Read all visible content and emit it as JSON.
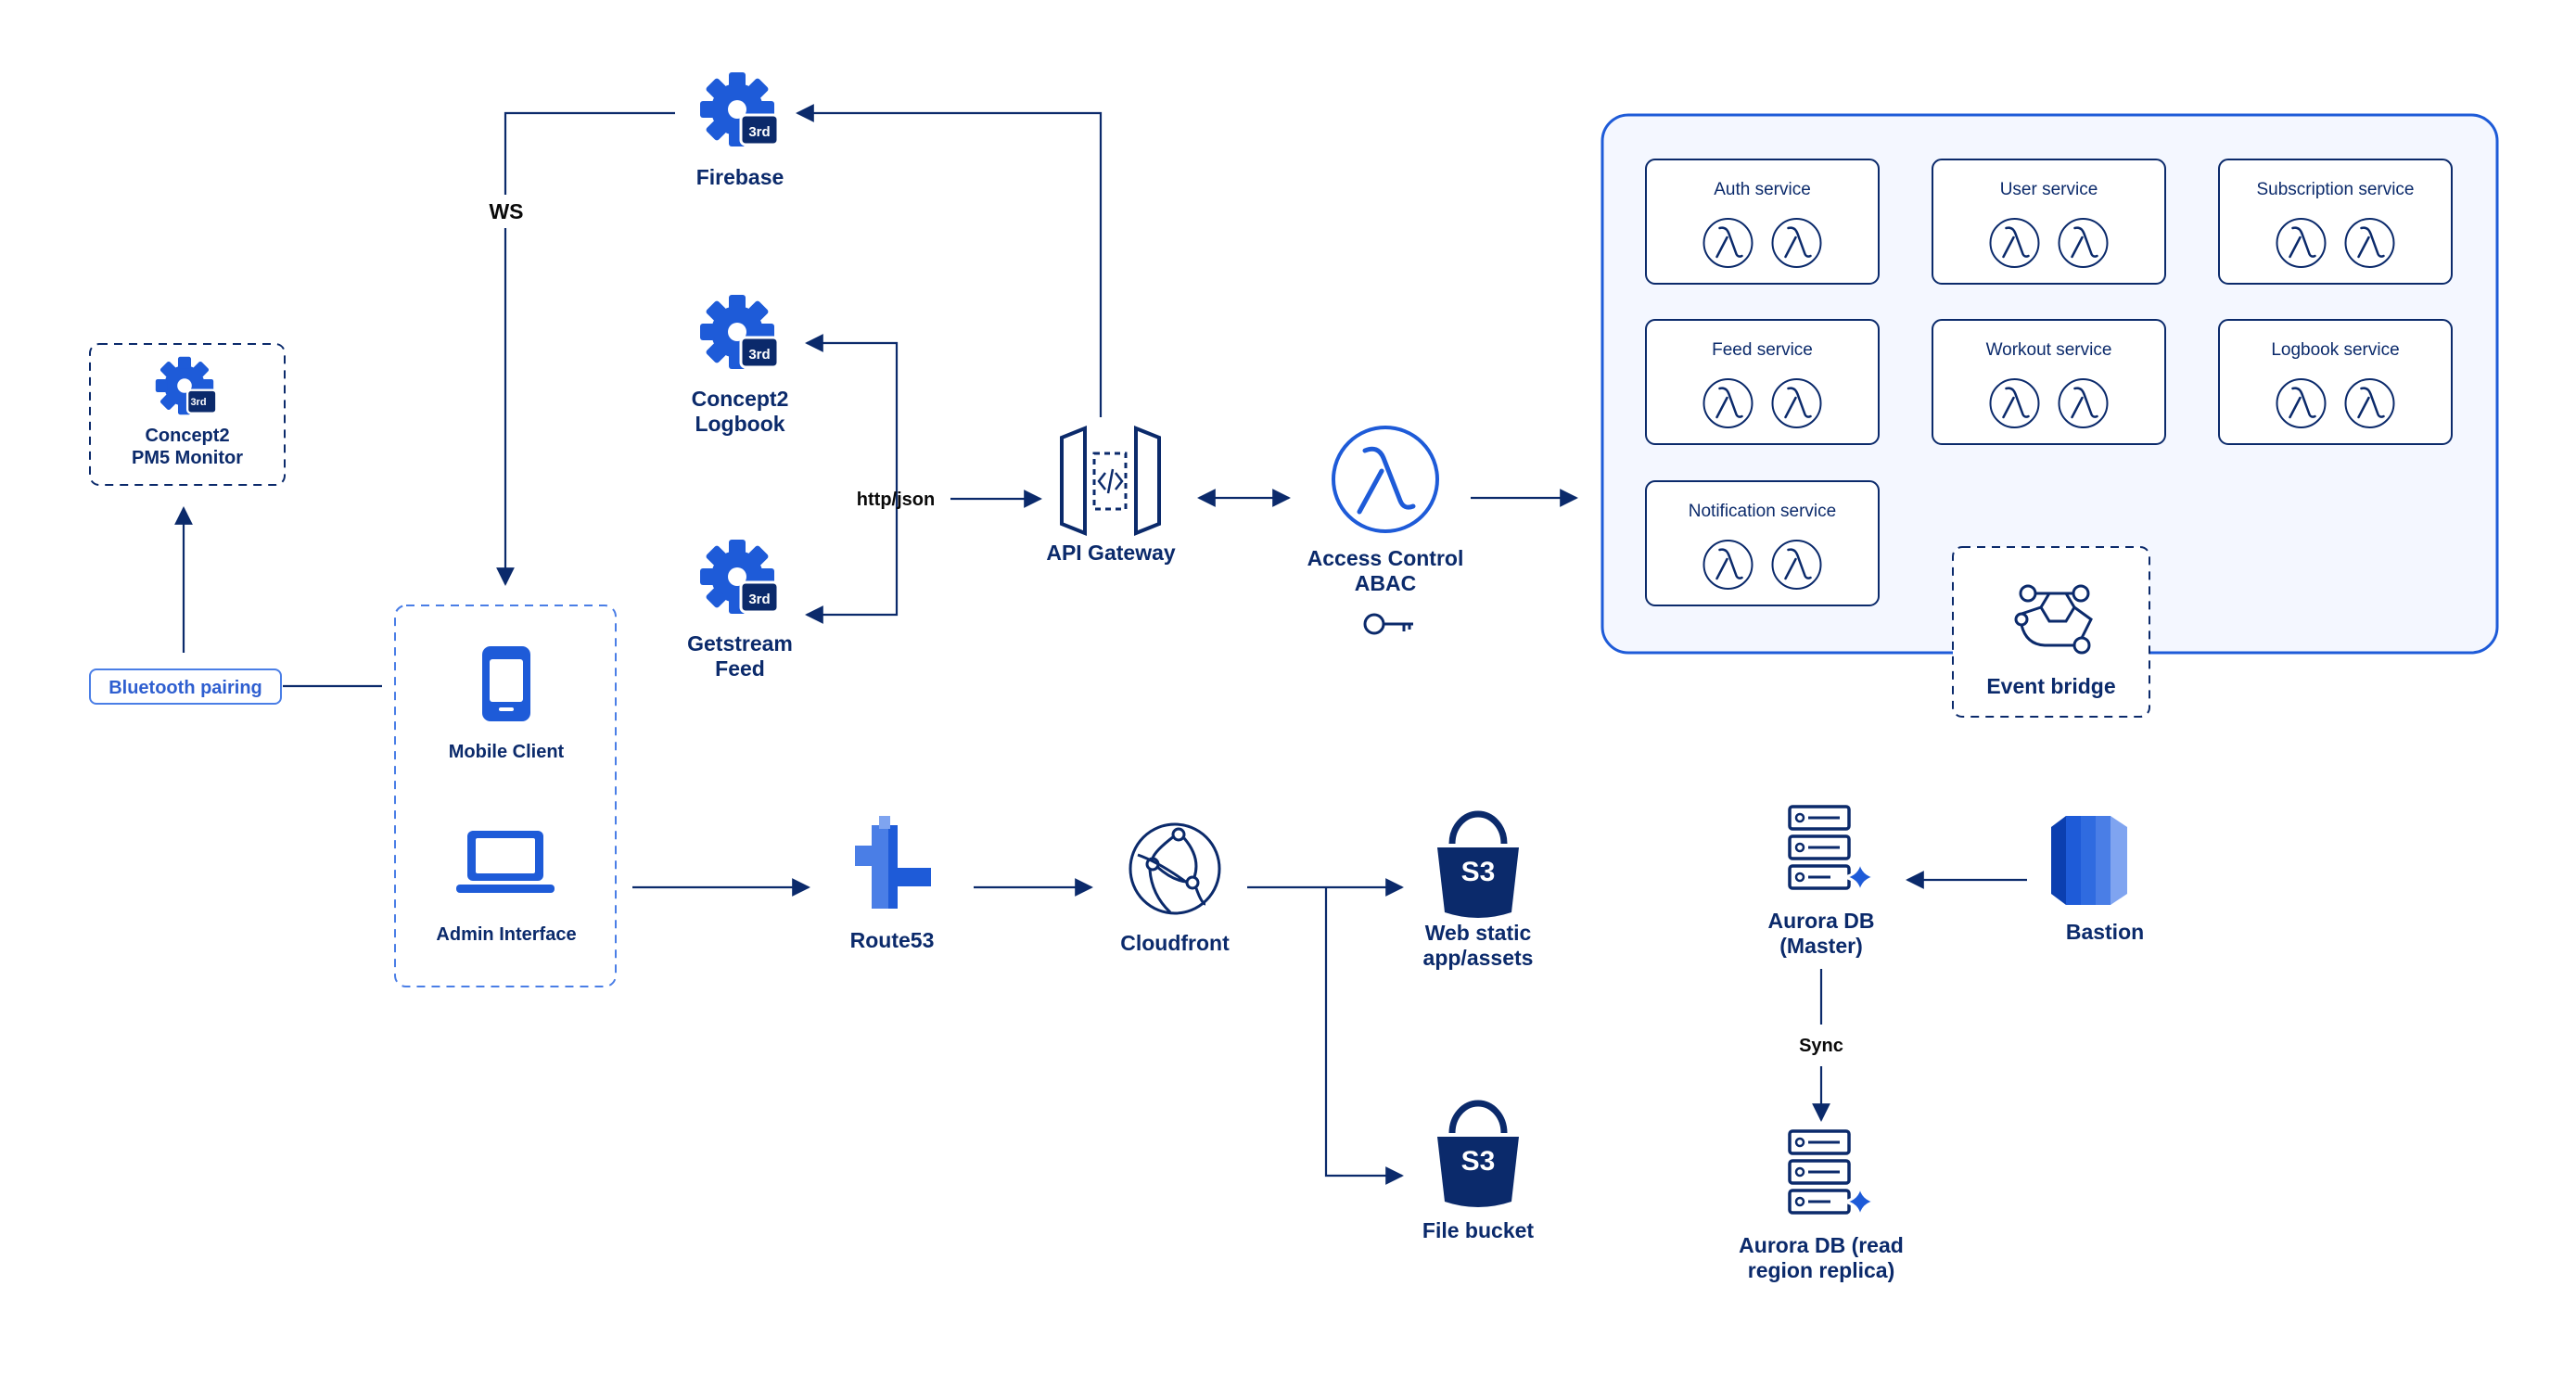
{
  "colors": {
    "navy": "#0b2a6b",
    "blue": "#1e5bd8",
    "light_blue": "#4a7ee6",
    "line": "#0b2a6b",
    "cluster_bg": "#f4f7ff"
  },
  "third_party_badge": "3rd",
  "nodes": {
    "pm5": {
      "line1": "Concept2",
      "line2": "PM5 Monitor",
      "icon": "gear-icon"
    },
    "firebase": {
      "label": "Firebase",
      "icon": "gear-icon"
    },
    "logbook": {
      "line1": "Concept2",
      "line2": "Logbook",
      "icon": "gear-icon"
    },
    "getstream": {
      "line1": "Getstream",
      "line2": "Feed",
      "icon": "gear-icon"
    },
    "bluetooth": {
      "label": "Bluetooth pairing"
    },
    "mobile_client": {
      "label": "Mobile Client",
      "icon": "smartphone-icon"
    },
    "admin_interface": {
      "label": "Admin Interface",
      "icon": "laptop-icon"
    },
    "api_gateway": {
      "label": "API Gateway",
      "icon": "api-gateway-icon"
    },
    "access_control": {
      "line1": "Access Control",
      "line2": "ABAC",
      "icon": "lambda-icon",
      "icon2": "key-icon"
    },
    "route53": {
      "label": "Route53",
      "icon": "route53-icon"
    },
    "cloudfront": {
      "label": "Cloudfront",
      "icon": "cloudfront-icon"
    },
    "web_static": {
      "line1": "Web static",
      "line2": "app/assets",
      "icon": "s3-bucket-icon",
      "badge": "S3"
    },
    "file_bucket": {
      "label": "File bucket",
      "icon": "s3-bucket-icon",
      "badge": "S3"
    },
    "aurora_master": {
      "line1": "Aurora DB",
      "line2": "(Master)",
      "icon": "database-icon"
    },
    "aurora_replica": {
      "line1": "Aurora DB (read",
      "line2": "region replica)",
      "icon": "database-icon"
    },
    "bastion": {
      "label": "Bastion",
      "icon": "server-icon"
    },
    "event_bridge": {
      "label": "Event bridge",
      "icon": "eventbridge-icon"
    }
  },
  "services": [
    {
      "label": "Auth service"
    },
    {
      "label": "User service"
    },
    {
      "label": "Subscription service"
    },
    {
      "label": "Feed service"
    },
    {
      "label": "Workout service"
    },
    {
      "label": "Logbook service"
    },
    {
      "label": "Notification service"
    }
  ],
  "edge_labels": {
    "ws": "WS",
    "http_json": "http/json",
    "sync": "Sync"
  }
}
